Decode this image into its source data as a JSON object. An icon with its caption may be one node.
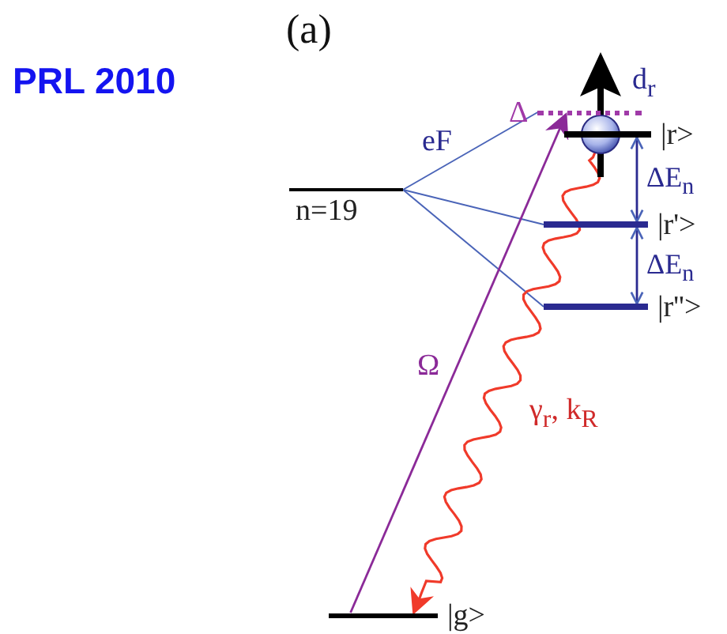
{
  "diagram": {
    "nodes": [
      {
        "text": [
          "n=19"
        ]
      },
      {
        "text": [
          "Δ"
        ]
      },
      {
        "text": [
          "|r>"
        ]
      },
      {
        "text": [
          "|r'>"
        ]
      },
      {
        "text": [
          "|r''>"
        ]
      },
      {
        "text": [
          "|g>"
        ]
      }
    ],
    "edges": [
      {
        "from": 0,
        "to": 1,
        "arrow": "none",
        "label": "eF"
      },
      {
        "from": 0,
        "to": 3,
        "arrow": "none"
      },
      {
        "from": 0,
        "to": 4,
        "arrow": "none"
      },
      {
        "from": 5,
        "to": 1,
        "arrow": "to",
        "label": "Ω",
        "color": "#8b2a98"
      },
      {
        "from": 2,
        "to": 5,
        "arrow": "to",
        "label": "γ$_{r}$, k$_{R}$",
        "color": "#f03a2a"
      },
      {
        "from": 2,
        "to": 3,
        "arrow": "both",
        "label": "ΔE$_{n}$"
      },
      {
        "from": 3,
        "to": 4,
        "arrow": "both",
        "label": "ΔE$_{n}$"
      }
    ],
    "labels": [
      "PRL 2010",
      "(a)",
      "d$_{r}$"
    ]
  }
}
